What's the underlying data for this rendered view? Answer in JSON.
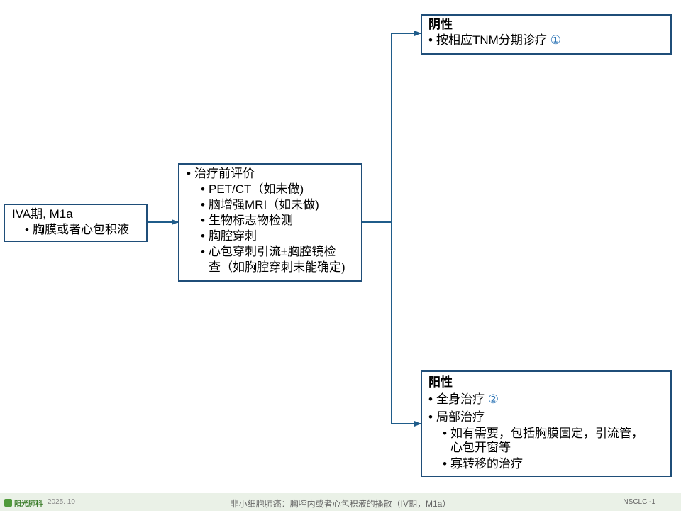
{
  "stage_box": {
    "title": "IVA期, M1a",
    "items": [
      "胸膜或者心包积液"
    ]
  },
  "eval_box": {
    "header": "治疗前评价",
    "items": [
      "PET/CT（如未做)",
      "脑增强MRI（如未做)",
      "生物标志物检测",
      "胸腔穿刺"
    ],
    "last_item_line1": "心包穿刺引流±胸腔镜检",
    "last_item_line2": "查（如胸腔穿刺未能确定)"
  },
  "negative_box": {
    "title": "阴性",
    "item": "按相应TNM分期诊疗",
    "ref": "①"
  },
  "positive_box": {
    "title": "阳性",
    "item1": "全身治疗",
    "item1_ref": "②",
    "item2": "局部治疗",
    "sub1_line1": "如有需要，包括胸膜固定，引流管，",
    "sub1_line2": "心包开窗等",
    "sub2": "寡转移的治疗"
  },
  "colors": {
    "border": "#1f4e79",
    "connector": "#1f5c8a",
    "reference": "#2e75b6"
  },
  "footer": {
    "logo_text": "阳光肺科",
    "date": "2025. 10",
    "center_text": "非小细胞肺癌：胸腔内或者心包积液的播散（IV期，M1a）",
    "page_label": "NSCLC -1"
  }
}
